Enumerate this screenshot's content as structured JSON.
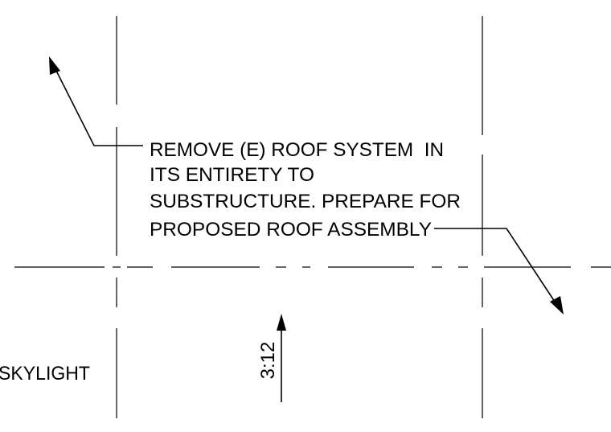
{
  "note": {
    "lines": [
      "REMOVE (E) ROOF SYSTEM  IN",
      "ITS ENTIRETY TO",
      "SUBSTRUCTURE. PREPARE FOR",
      "PROPOSED ROOF ASSEMBLY"
    ]
  },
  "slope": {
    "label": "3:12"
  },
  "skylight": {
    "label": "SKYLIGHT"
  },
  "colors": {
    "ink": "#000000",
    "paper": "#ffffff"
  }
}
